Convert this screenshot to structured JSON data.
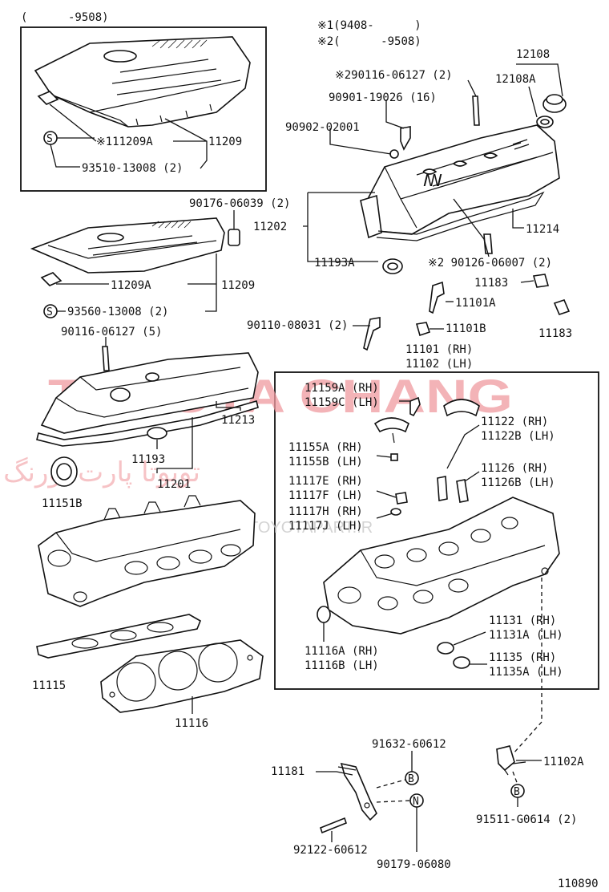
{
  "title_notes": {
    "top_left": "(      -9508)",
    "note1": "※1(9408-      )",
    "note2": "※2(      -9508)"
  },
  "watermark": {
    "main": "TOYOTA CHANG",
    "persian": "تویوتا پارت اورنگ",
    "site": "TOYOTAPART.IR"
  },
  "labels": {
    "p12108": "12108",
    "p12108A": "12108A",
    "p90116_2": "※290116-06127 (2)",
    "p90901": "90901-19026 (16)",
    "p90902": "90902-02001",
    "p11209A_1": "※111209A",
    "p11209_1": "11209",
    "p93510": "93510-13008 (2)",
    "p90176": "90176-06039 (2)",
    "p11202": "11202",
    "p11214": "11214",
    "p11193A": "11193A",
    "p90126": "※2 90126-06007 (2)",
    "p11183a": "11183",
    "p11183b": "11183",
    "p11209A_2": "11209A",
    "p11209_2": "11209",
    "p93560": "93560-13008 (2)",
    "p11101A": "11101A",
    "p90110": "90110-08031 (2)",
    "p11101B": "11101B",
    "p90116_5": "90116-06127 (5)",
    "p11101": "11101 (RH)",
    "p11102": "11102 (LH)",
    "p11159A": "11159A (RH)",
    "p11159C": "11159C (LH)",
    "p11213": "11213",
    "p11122": "11122  (RH)",
    "p11122B": "11122B (LH)",
    "p11155A": "11155A (RH)",
    "p11155B": "11155B (LH)",
    "p11193": "11193",
    "p11126": "11126  (RH)",
    "p11126B": "11126B (LH)",
    "p11117E": "11117E (RH)",
    "p11117F": "11117F (LH)",
    "p11201": "11201",
    "p11151B": "11151B",
    "p11117H": "11117H (RH)",
    "p11117J": "11117J (LH)",
    "p11131": "11131  (RH)",
    "p11131A": "11131A (LH)",
    "p11116A": "11116A (RH)",
    "p11116B": "11116B (LH)",
    "p11135": "11135  (RH)",
    "p11135A": "11135A (LH)",
    "p11115": "11115",
    "p11116": "11116",
    "p91632": "91632-60612",
    "p11181": "11181",
    "p11102A": "11102A",
    "p91511": "91511-G0614 (2)",
    "p92122": "92122-60612",
    "p90179": "90179-06080",
    "fig_no": "110890"
  },
  "symbols": {
    "s": "S",
    "b": "B",
    "n": "N"
  }
}
